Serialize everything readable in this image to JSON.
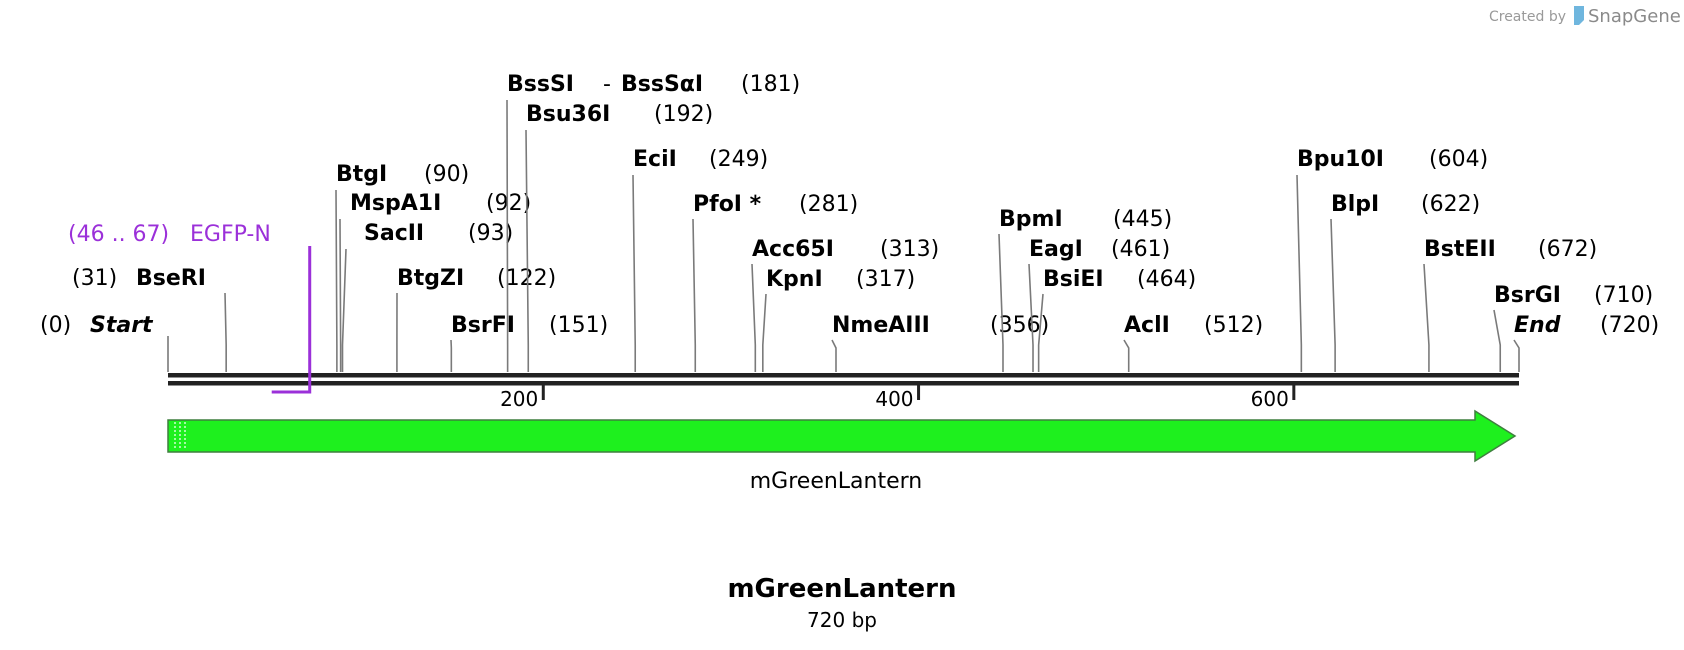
{
  "credit": {
    "prefix": "Created by",
    "brand": "SnapGene"
  },
  "sequence": {
    "name": "mGreenLantern",
    "length_label": "720 bp",
    "length": 720
  },
  "sites": [
    {
      "name": "Start",
      "pos_label": "(0)",
      "bp": 0,
      "italic": true,
      "label_first": false
    },
    {
      "name": "BseRI",
      "pos_label": "(31)",
      "bp": 31,
      "label_first": false
    },
    {
      "name": "BtgI",
      "pos_label": "(90)",
      "bp": 90
    },
    {
      "name": "MspA1I",
      "pos_label": "(92)",
      "bp": 92
    },
    {
      "name": "SacII",
      "pos_label": "(93)",
      "bp": 93
    },
    {
      "name": "BtgZI",
      "pos_label": "(122)",
      "bp": 122
    },
    {
      "name": "BsrFI",
      "pos_label": "(151)",
      "bp": 151
    },
    {
      "name": "BssSI",
      "name2": "BssSαI",
      "pos_label": "(181)",
      "bp": 181
    },
    {
      "name": "Bsu36I",
      "pos_label": "(192)",
      "bp": 192
    },
    {
      "name": "EciI",
      "pos_label": "(249)",
      "bp": 249
    },
    {
      "name": "PfoI *",
      "pos_label": "(281)",
      "bp": 281
    },
    {
      "name": "Acc65I",
      "pos_label": "(313)",
      "bp": 313
    },
    {
      "name": "KpnI",
      "pos_label": "(317)",
      "bp": 317
    },
    {
      "name": "NmeAIII",
      "pos_label": "(356)",
      "bp": 356
    },
    {
      "name": "BpmI",
      "pos_label": "(445)",
      "bp": 445
    },
    {
      "name": "EagI",
      "pos_label": "(461)",
      "bp": 461
    },
    {
      "name": "BsiEI",
      "pos_label": "(464)",
      "bp": 464
    },
    {
      "name": "AclI",
      "pos_label": "(512)",
      "bp": 512
    },
    {
      "name": "Bpu10I",
      "pos_label": "(604)",
      "bp": 604
    },
    {
      "name": "BlpI",
      "pos_label": "(622)",
      "bp": 622
    },
    {
      "name": "BstEII",
      "pos_label": "(672)",
      "bp": 672
    },
    {
      "name": "BsrGI",
      "pos_label": "(710)",
      "bp": 710
    },
    {
      "name": "End",
      "pos_label": "(720)",
      "bp": 720,
      "italic": true
    }
  ],
  "primer": {
    "range_label": "(46 .. 67)",
    "name": "EGFP-N",
    "start": 46,
    "end": 67,
    "color": "#9b30d9"
  },
  "ticks": [
    {
      "label": "200",
      "bp": 200
    },
    {
      "label": "400",
      "bp": 400
    },
    {
      "label": "600",
      "bp": 600
    }
  ],
  "feature": {
    "name": "mGreenLantern",
    "color": "#1ef01e",
    "start": 1,
    "end": 720,
    "direction": "forward"
  }
}
